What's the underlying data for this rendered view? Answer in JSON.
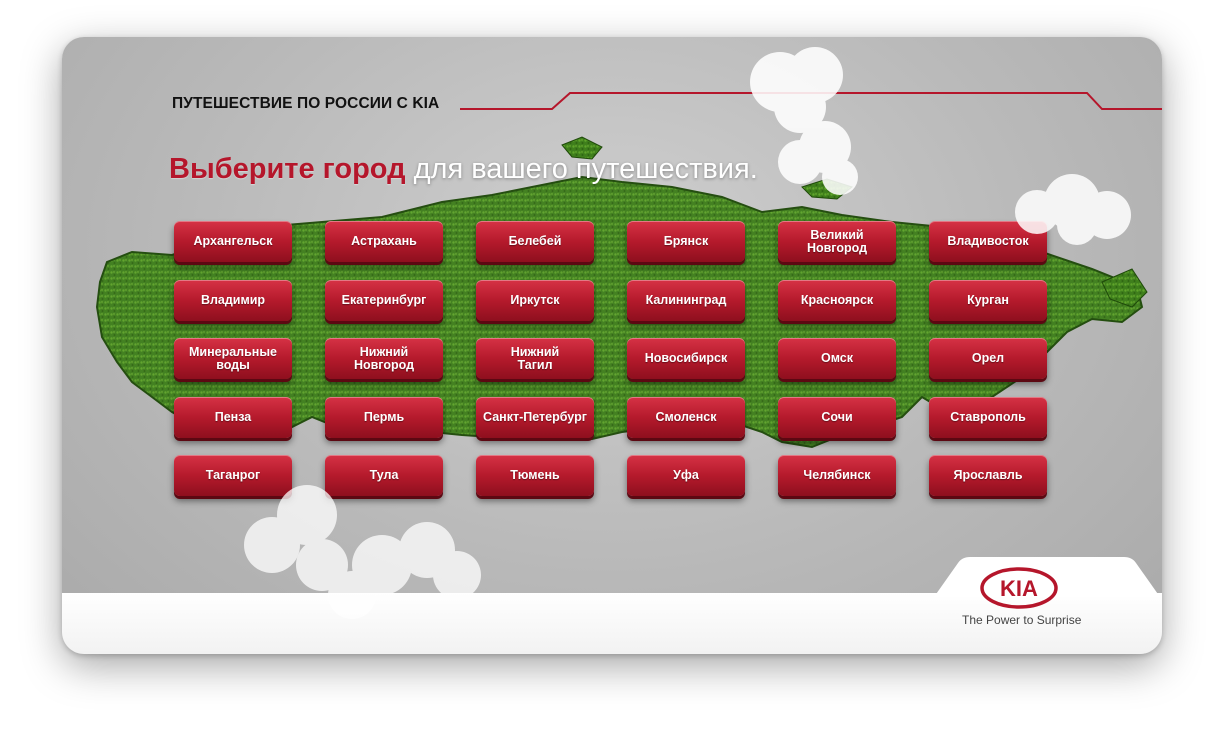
{
  "header": {
    "title": "ПУТЕШЕСТВИЕ ПО РОССИИ С KIA"
  },
  "subtitle": {
    "accent": "Выберите город",
    "rest": " для вашего путешествия."
  },
  "cities": [
    "Архангельск",
    "Астрахань",
    "Белебей",
    "Брянск",
    "Великий\nНовгород",
    "Владивосток",
    "Владимир",
    "Екатеринбург",
    "Иркутск",
    "Калининград",
    "Красноярск",
    "Курган",
    "Минеральные\nводы",
    "Нижний\nНовгород",
    "Нижний\nТагил",
    "Новосибирск",
    "Омск",
    "Орел",
    "Пенза",
    "Пермь",
    "Санкт-Петербург",
    "Смоленск",
    "Сочи",
    "Ставрополь",
    "Таганрог",
    "Тула",
    "Тюмень",
    "Уфа",
    "Челябинск",
    "Ярославль"
  ],
  "brand": {
    "logo": "KIA",
    "tagline": "The Power to Surprise",
    "accent_color": "#b5162b"
  }
}
